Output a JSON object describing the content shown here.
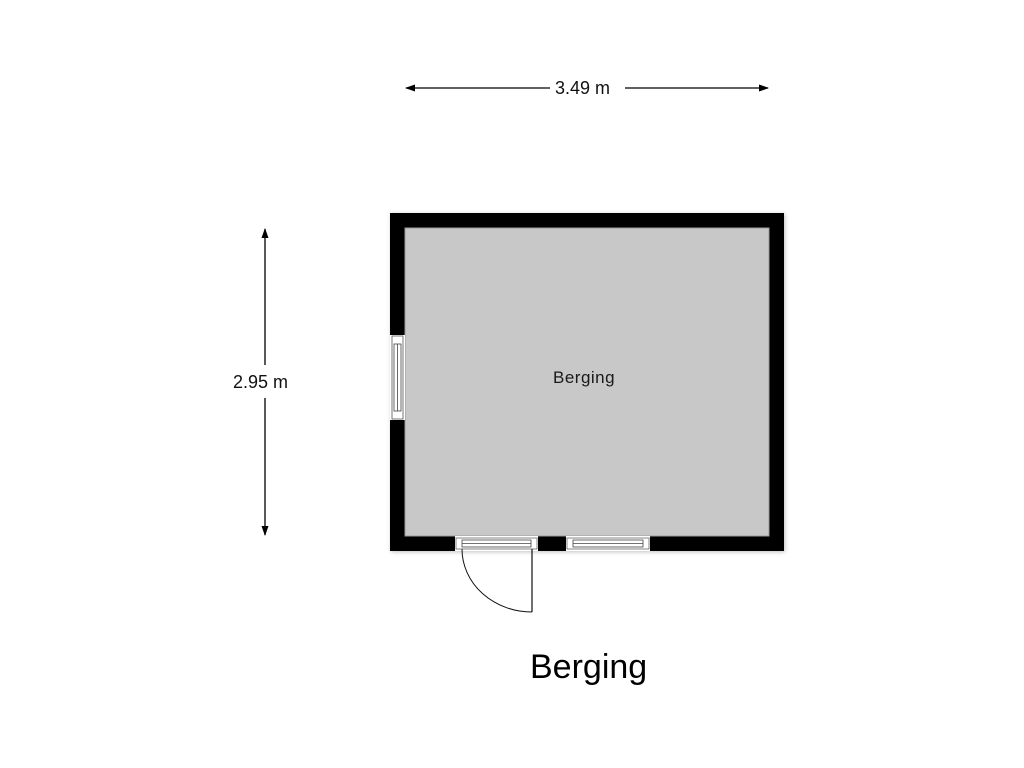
{
  "floorplan": {
    "title": "Berging",
    "rooms": [
      {
        "name": "Berging",
        "fill": "#c8c8c8"
      }
    ],
    "dimensions": {
      "width": {
        "label": "3.49 m",
        "value_m": 3.49
      },
      "height": {
        "label": "2.95 m",
        "value_m": 2.95
      }
    },
    "openings": [
      {
        "type": "window",
        "wall": "left"
      },
      {
        "type": "door",
        "wall": "bottom",
        "swing": "outward-left"
      },
      {
        "type": "window",
        "wall": "bottom"
      }
    ],
    "colors": {
      "wall": "#000000",
      "floor": "#c8c8c8",
      "background": "#ffffff",
      "dimension_line": "#000000"
    }
  }
}
